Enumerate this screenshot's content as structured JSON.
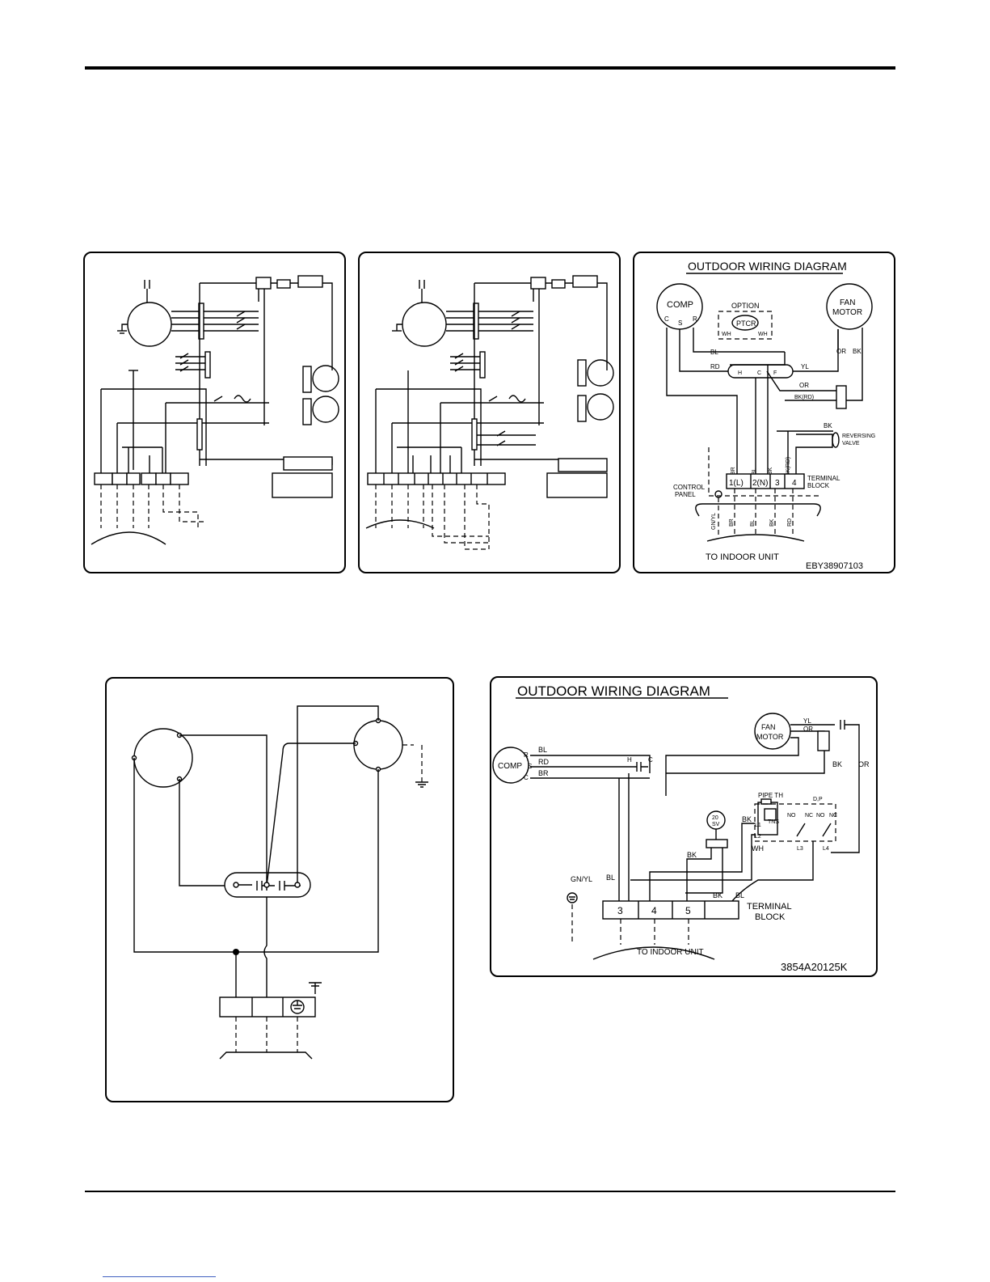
{
  "diagram_c": {
    "title": "OUTDOOR WIRING DIAGRAM",
    "comp": "COMP",
    "comp_pins": [
      "C",
      "S",
      "R"
    ],
    "fan_motor": [
      "FAN",
      "MOTOR"
    ],
    "option": "OPTION",
    "ptcr": "PTCR",
    "wh": "WH",
    "cap_pins": [
      "H",
      "C",
      "F"
    ],
    "wires": {
      "bl": "BL",
      "rd": "RD",
      "yl": "YL",
      "or": "OR",
      "bk": "BK",
      "bk_rd": "BK(RD)",
      "br": "BR",
      "gn_yl": "GN/YL"
    },
    "reversing_valve": [
      "REVERSING",
      "VALVE"
    ],
    "control_panel": [
      "CONTROL",
      "PANEL"
    ],
    "terminals": [
      "1(L)",
      "2(N)",
      "3",
      "4"
    ],
    "terminal_block": [
      "TERMINAL",
      "BLOCK"
    ],
    "to_indoor": "TO INDOOR UNIT",
    "code": "EBY38907103"
  },
  "diagram_e": {
    "title": "OUTDOOR WIRING DIAGRAM",
    "comp": "COMP",
    "comp_pins": [
      "R",
      "S",
      "C"
    ],
    "fan_motor": [
      "FAN",
      "MOTOR"
    ],
    "wires": {
      "bl": "BL",
      "rd": "RD",
      "br": "BR",
      "yl": "YL",
      "or": "OR",
      "bk": "BK",
      "wh": "WH",
      "gn_yl": "GN/YL"
    },
    "cap_pins": [
      "H",
      "C"
    ],
    "pipe_th": "PIPE TH",
    "tns": "TNS",
    "dp": "D,P",
    "contacts": [
      "NO",
      "NC",
      "NO",
      "NC"
    ],
    "l_labels": [
      "L1",
      "L2",
      "L3",
      "L4"
    ],
    "sv": [
      "20",
      "SV"
    ],
    "terminals": [
      "3",
      "4",
      "5",
      ""
    ],
    "terminal_block": [
      "TERMINAL",
      "BLOCK"
    ],
    "to_indoor": "TO INDOOR UNIT",
    "code": "3854A20125K"
  }
}
